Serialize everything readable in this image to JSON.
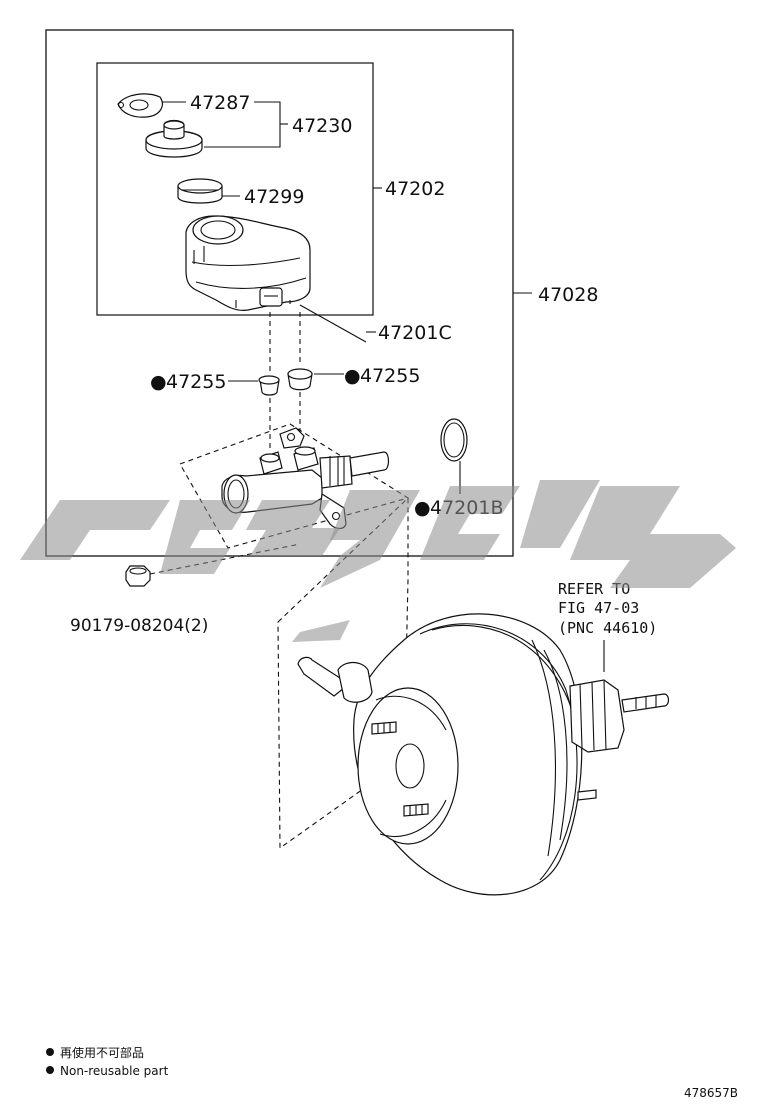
{
  "parts": {
    "p47287": "47287",
    "p47230": "47230",
    "p47299": "47299",
    "p47202": "47202",
    "p47028": "47028",
    "p47201C": "47201C",
    "p47255_left": "47255",
    "p47255_right": "47255",
    "p47201B": "47201B",
    "p90179": "90179-08204(2)"
  },
  "reference": {
    "line1": "REFER TO",
    "line2": "FIG 47-03",
    "line3": "(PNC 44610)"
  },
  "legend": {
    "chinese": "再使用不可部品",
    "english": "Non-reusable part"
  },
  "figure_id": "478657B",
  "marker_symbol": "●"
}
